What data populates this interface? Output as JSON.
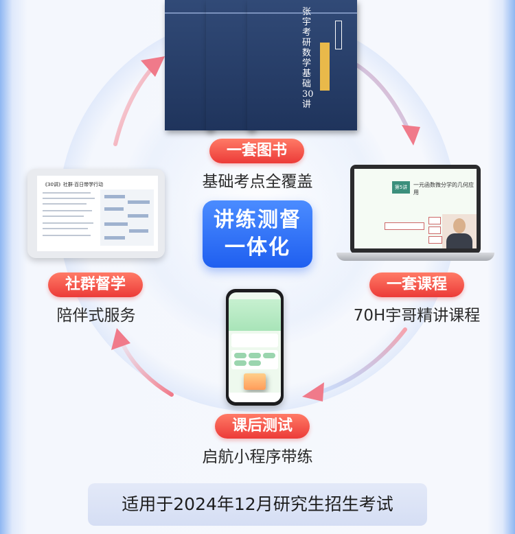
{
  "center": {
    "line1": "讲练测督",
    "line2": "一体化"
  },
  "items": {
    "top": {
      "tag": "一套图书",
      "sub": "基础考点全覆盖"
    },
    "left": {
      "tag": "社群督学",
      "sub": "陪伴式服务"
    },
    "right": {
      "tag": "一套课程",
      "sub": "70H宇哥精讲课程"
    },
    "bottom": {
      "tag": "课后测试",
      "sub": "启航小程序带练"
    }
  },
  "books": {
    "title": "张宇考研数学基础30讲"
  },
  "tablet": {
    "heading": "《30讲》社群·百日带学行动"
  },
  "laptop": {
    "chip": "第5讲",
    "title": "一元函数微分学的几何应用"
  },
  "footer": {
    "text": "适用于2024年12月研究生招生考试"
  },
  "colors": {
    "tag_red": "#ec3b38",
    "center_blue": "#1f5ff0",
    "arrow_red": "#f07a8a",
    "arrow_blue": "#8fb0f0"
  }
}
